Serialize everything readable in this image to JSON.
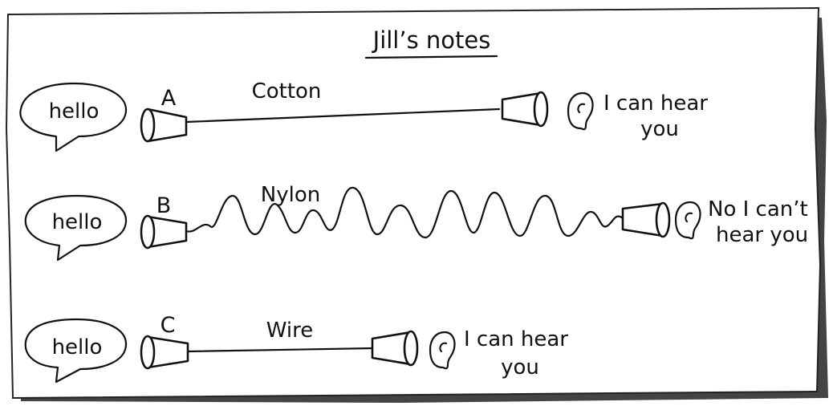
{
  "title": "Jill’s notes",
  "rows": [
    {
      "speech": "hello",
      "letter": "A",
      "material": "Cotton",
      "result_line1": "I can hear",
      "result_line2": "you"
    },
    {
      "speech": "hello",
      "letter": "B",
      "material": "Nylon",
      "result_line1": "No I can’t",
      "result_line2": "hear you"
    },
    {
      "speech": "hello",
      "letter": "C",
      "material": "Wire",
      "result_line1": "I can hear",
      "result_line2": "you"
    }
  ]
}
